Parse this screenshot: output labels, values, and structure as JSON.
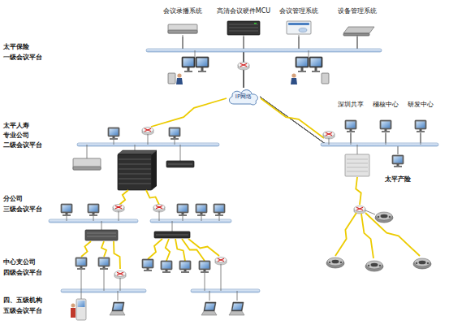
{
  "diagram": {
    "nodes": [
      {
        "text": [
          "会议录播系统"
        ]
      },
      {
        "text": [
          "高清会议硬件MCU"
        ]
      },
      {
        "text": [
          "会议管理系统"
        ]
      },
      {
        "text": [
          "设备管理系统"
        ]
      },
      {
        "text": [
          "IP网络"
        ]
      },
      {
        "text": [
          "深圳共享"
        ]
      },
      {
        "text": [
          "稽核中心"
        ]
      },
      {
        "text": [
          "研发中心"
        ]
      },
      {
        "text": [
          "太平产险"
        ]
      }
    ],
    "edges": [
      {
        "from": 0,
        "to": 4,
        "arrow": "none"
      },
      {
        "from": 1,
        "to": 4,
        "arrow": "none"
      },
      {
        "from": 2,
        "to": 4,
        "arrow": "none"
      },
      {
        "from": 3,
        "to": 4,
        "arrow": "none"
      },
      {
        "from": 4,
        "to": 5,
        "arrow": "none"
      },
      {
        "from": 4,
        "to": 6,
        "arrow": "none"
      },
      {
        "from": 4,
        "to": 7,
        "arrow": "none"
      },
      {
        "from": 4,
        "to": 8,
        "arrow": "none"
      }
    ],
    "labels": [
      "太平保险",
      "一级会议平台",
      "太平人寿",
      "专业公司",
      "二级会议平台",
      "分公司",
      "三级会议平台",
      "中心支公司",
      "四级会议平台",
      "四、五级机构",
      "五级会议平台"
    ]
  }
}
